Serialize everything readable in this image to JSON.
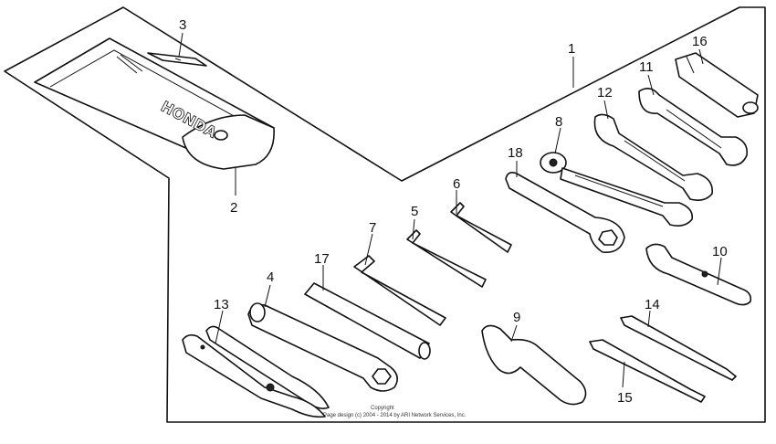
{
  "callouts": {
    "c1": "1",
    "c2": "2",
    "c3": "3",
    "c4": "4",
    "c5": "5",
    "c6": "6",
    "c7": "7",
    "c8": "8",
    "c9": "9",
    "c10": "10",
    "c11": "11",
    "c12": "12",
    "c13": "13",
    "c14": "14",
    "c15": "15",
    "c16": "16",
    "c17": "17",
    "c18": "18"
  },
  "bag_logo_text": "HONDA",
  "copyright": {
    "line1": "Copyright",
    "line2": "Page design (c) 2004 - 2014 by ARI Network Services, Inc."
  }
}
